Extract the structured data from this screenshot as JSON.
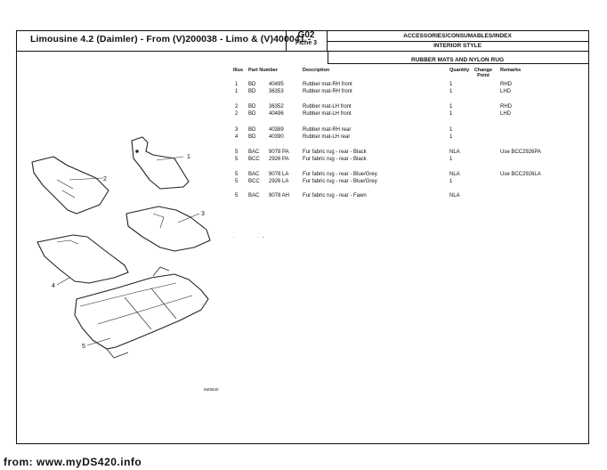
{
  "header": {
    "title": "Limousine 4.2 (Daimler) - From (V)200038 - Limo & (V)400041 -",
    "code": "G02",
    "fiche": "Fiche 3",
    "section": "ACCESSORIES/CONSUMABLES/INDEX",
    "subsection": "INTERIOR STYLE",
    "group": "RUBBER MATS AND NYLON RUG"
  },
  "columns": {
    "illus": "Illus",
    "part_number": "Part Number",
    "description": "Description",
    "quantity": "Quantity",
    "change_point": "Change Point",
    "remarks": "Remarks"
  },
  "rows": [
    {
      "illus": "1",
      "prefix": "BD",
      "number": "40495",
      "desc": "Rubber mat-RH front",
      "qty": "1",
      "remarks": "RHD"
    },
    {
      "illus": "1",
      "prefix": "BD",
      "number": "36353",
      "desc": "Rubber mat-RH front",
      "qty": "1",
      "remarks": "LHD"
    },
    {
      "illus": "2",
      "prefix": "BD",
      "number": "36352",
      "desc": "Rubber mat-LH front",
      "qty": "1",
      "remarks": "RHD"
    },
    {
      "illus": "2",
      "prefix": "BD",
      "number": "40496",
      "desc": "Rubber mat-LH front",
      "qty": "1",
      "remarks": "LHD"
    },
    {
      "illus": "3",
      "prefix": "BD",
      "number": "40389",
      "desc": "Rubber mat-RH rear",
      "qty": "1",
      "remarks": ""
    },
    {
      "illus": "4",
      "prefix": "BD",
      "number": "40390",
      "desc": "Rubber mat-LH rear",
      "qty": "1",
      "remarks": ""
    },
    {
      "illus": "5",
      "prefix": "BAC",
      "number": "9078 PA",
      "desc": "Fur fabric rug - rear - Black",
      "qty": "NLA",
      "remarks": "Use BCC2926PA"
    },
    {
      "illus": "5",
      "prefix": "BCC",
      "number": "2926 PA",
      "desc": "Fur fabric rug - rear - Black",
      "qty": "1",
      "remarks": ""
    },
    {
      "illus": "5",
      "prefix": "BAC",
      "number": "9078 LA",
      "desc": "Fur fabric rug - rear - Blue/Grey",
      "qty": "NLA",
      "remarks": "Use BCC2926LA"
    },
    {
      "illus": "5",
      "prefix": "BCC",
      "number": "2926 LA",
      "desc": "Fur fabric rug - rear - Blue/Grey",
      "qty": "1",
      "remarks": ""
    },
    {
      "illus": "5",
      "prefix": "BAC",
      "number": "9078 AH",
      "desc": "Fur fabric rug - rear - Fawn",
      "qty": "NLA",
      "remarks": ""
    }
  ],
  "illustration": {
    "callouts": [
      "1",
      "2",
      "3",
      "4",
      "5"
    ],
    "ref": "MZ6640"
  },
  "footer": "from: www.myDS420.info"
}
